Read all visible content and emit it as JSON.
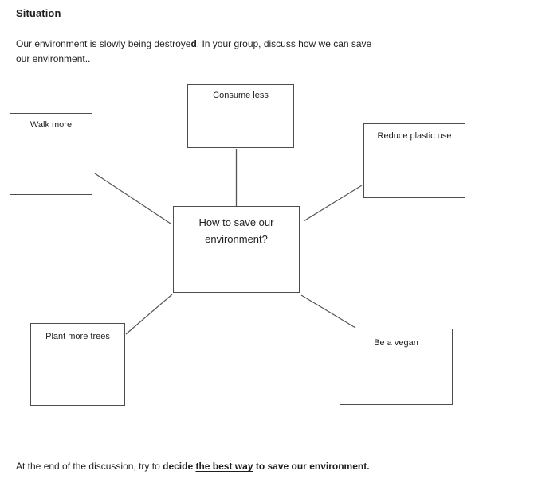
{
  "title": "Situation",
  "intro": {
    "line1_regular": "Our environment is slowly being destroye",
    "line1_bold_char": "d",
    "line1_rest": ". In your group, discuss how we can save",
    "line2": "our environment.."
  },
  "diagram": {
    "center": {
      "line1": "How to save our",
      "line2": "environment?"
    },
    "branches": [
      {
        "label": "Consume less"
      },
      {
        "label": "Walk more"
      },
      {
        "label": "Reduce plastic use"
      },
      {
        "label": "Plant more trees"
      },
      {
        "label": "Be a vegan"
      }
    ]
  },
  "footer": {
    "normal": "At the end of the discussion, try to ",
    "bold_lead": "decide ",
    "bold_underlined": "the best way",
    "bold_tail": " to save our environment."
  },
  "colors": {
    "background": "#ffffff",
    "text": "#1f1f1f",
    "box_border": "#4d4d4d",
    "connector_line": "#555555"
  }
}
